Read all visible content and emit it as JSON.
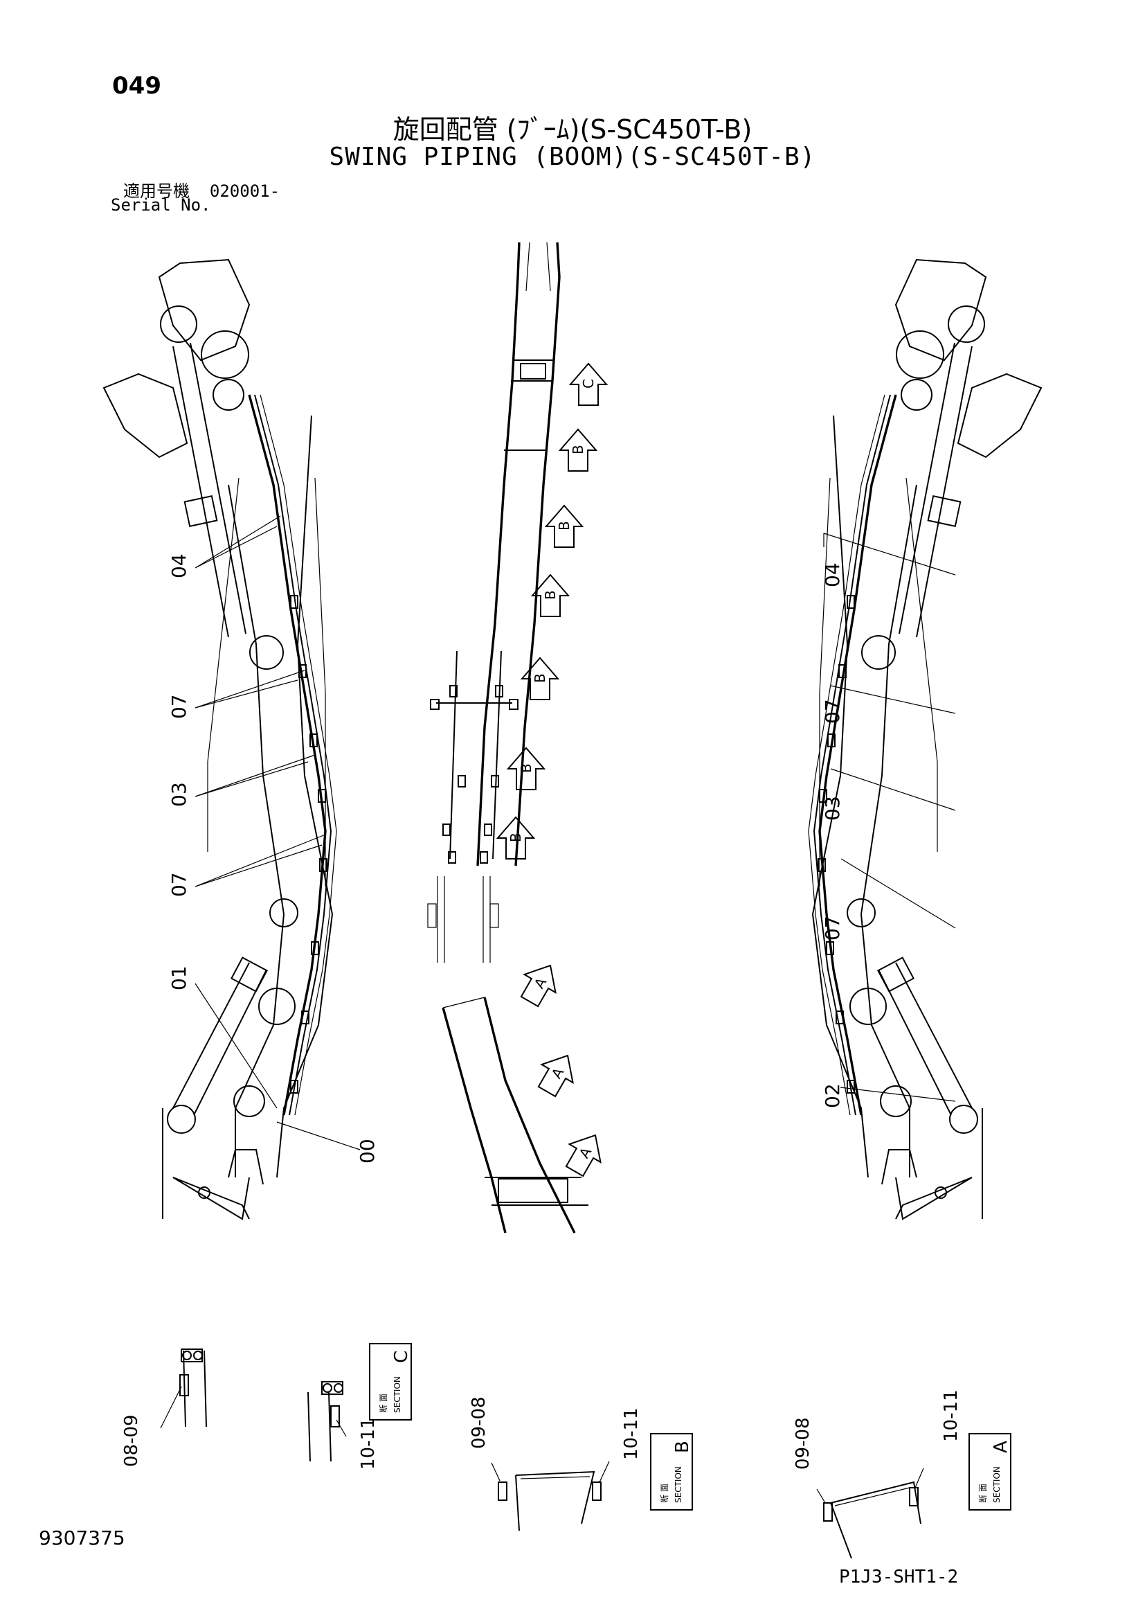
{
  "header": {
    "page_number": "049",
    "title_jp": "旋回配管 (ﾌﾞｰﾑ)(S-SC450T-B)",
    "title_en": "SWING PIPING (BOOM)(S-SC450T-B)",
    "serial_label_jp": "適用号機",
    "serial_value": "020001-",
    "serial_label_en": "Serial No."
  },
  "callouts": {
    "left": [
      "04",
      "07",
      "03",
      "07",
      "01",
      "00"
    ],
    "right": [
      "04",
      "07",
      "03",
      "07",
      "02"
    ]
  },
  "section_arrows": [
    "C",
    "B",
    "B",
    "B",
    "B",
    "B",
    "B",
    "A",
    "A",
    "A"
  ],
  "sections": [
    {
      "letter": "C",
      "jp": "断 面",
      "en": "SECTION",
      "detail_labels": [
        "08-09",
        "10-11"
      ]
    },
    {
      "letter": "B",
      "jp": "断 面",
      "en": "SECTION",
      "detail_labels": [
        "09-08",
        "10-11"
      ]
    },
    {
      "letter": "A",
      "jp": "断 面",
      "en": "SECTION",
      "detail_labels": [
        "09-08",
        "10-11"
      ]
    }
  ],
  "footer": {
    "document_number": "9307375",
    "sheet_code": "P1J3-SHT1-2"
  }
}
